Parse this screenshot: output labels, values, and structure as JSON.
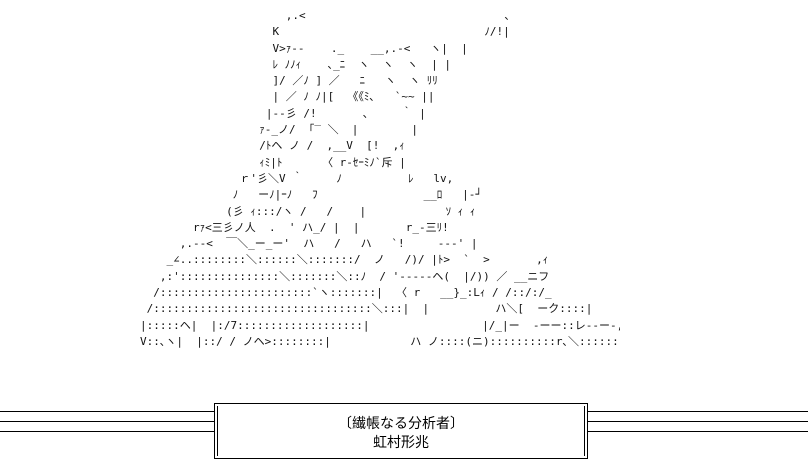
{
  "ascii_art": [
    "                      ,.<                              、",
    "                    K                               ﾉ/!|",
    "                    V>ｧ--    ._    __,.-<   ヽ|  |",
    "                    ﾚ ﾉﾉｨ    ､_ﾆ  ヽ  ヽ  ヽ  | |",
    "                    ]/ ／ﾉ ] ／   ﾆ   ヽ  ヽ ﾘﾘ",
    "                    | ／ ﾉ ﾉ|[  《《ﾐ､   `~~ ||",
    "                   |--彡 /!       ､     ｀ |",
    "                  ｧ-_ノ/  ｢‾ ＼  |        |",
    "                  /ﾄヘ ノ /  ,__V  [!  ,ｨ",
    "                  ｨﾐ|ﾄ      〈 r-ｾｰﾐﾉ`斥 |",
    "               ｒ'彡＼V ｀     ﾉ          ﾚ   lv,",
    "              ﾉ   ーﾉ|ｰﾉ   ﾌ                __ﾛ   |-┘",
    "             (彡 ｨ:::/ヽ /   /    |            ｿ ｨ ｨ",
    "        rｧ<三彡ノ人  .  ' ハ_/ |  |       r_-三ﾘ!",
    "      ,.--<  ￣＼_ー_ー'  ハ   /   ハ   `!     ---' |",
    "    _∠..::::::::＼::::::＼:::::::/  ノ   /)/ |ﾄ>  `  >       ,ｨ",
    "   ,:':::::::::::::::＼:::::::＼::ﾉ  / '-----ヘ(  |/)) ／ __ニフ",
    "  /:::::::::::::::::::::::`ヽ:::::::|  〈 r   __}_:Lｨ / /::/:/_",
    " /:::::::::::::::::::::::::::::::::＼:::|  |          ハ＼[  ーク::::|",
    "|:::::ヘ|  |:/7:::::::::::::::::::|                 |/_|ー  -ーー::レ--ー-,",
    "V::､ヽ|  |::/ / ノヘ>::::::::|            ハ ノ::::(ニ)::::::::::r､＼::::::::ヽ"
  ],
  "caption": {
    "line1": "〔繊帳なる分析者〕",
    "line2": "虹村形兆"
  }
}
